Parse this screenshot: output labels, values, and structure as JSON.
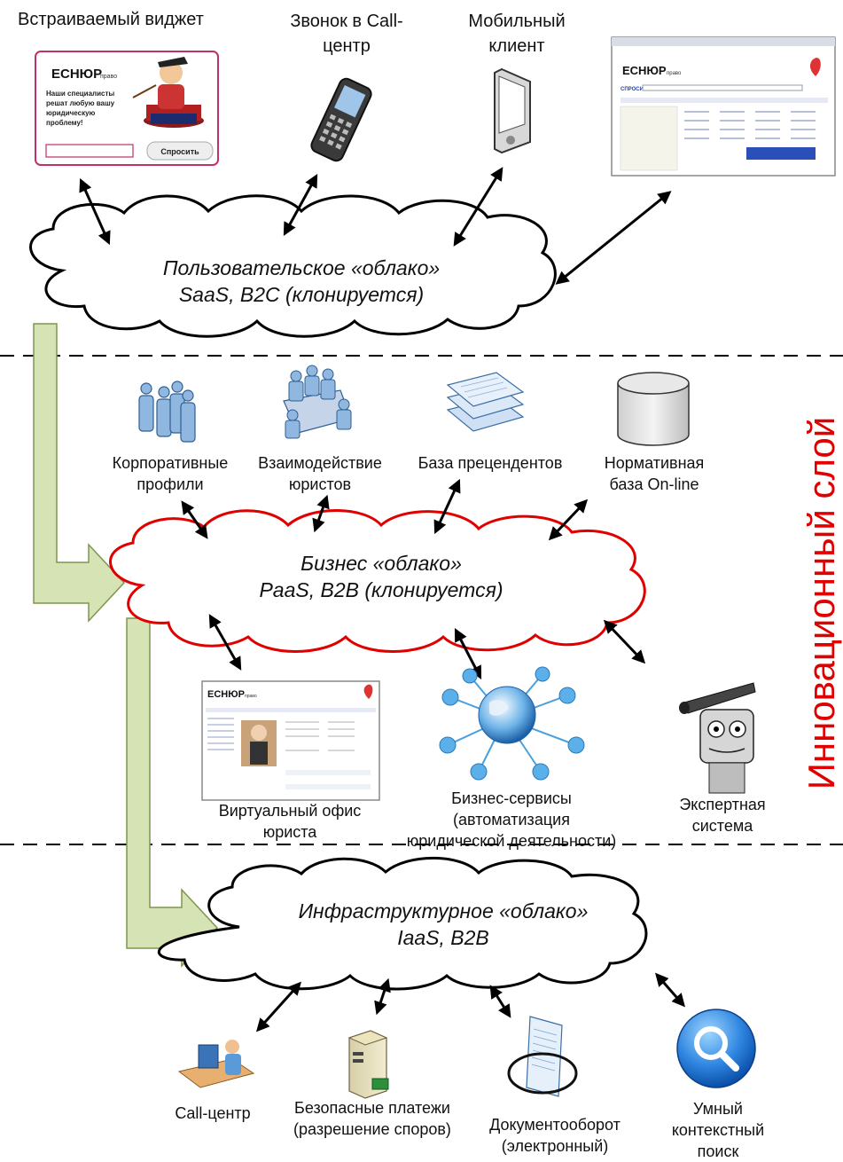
{
  "top_items": {
    "widget_label": "Встраиваемый виджет",
    "call_label_1": "Звонок в Call-",
    "call_label_2": "центр",
    "mobile_label_1": "Мобильный",
    "mobile_label_2": "клиент"
  },
  "widget": {
    "brand": "ЕСНЮР",
    "brand_sub": "право",
    "text_1": "Наши специалисты",
    "text_2": "решат любую вашу",
    "text_3": "юридическую",
    "text_4": "проблему!",
    "button": "Спросить"
  },
  "site_screenshot": {
    "brand": "ЕСНЮР",
    "brand_sub": "право",
    "search_label": "СПРОСИ"
  },
  "clouds": {
    "user_line1": "Пользовательское «облако»",
    "user_line2": "SaaS, B2C (клонируется)",
    "business_line1": "Бизнес  «облако»",
    "business_line2": "PaaS, B2B (клонируется)",
    "infra_line1": "Инфраструктурное «облако»",
    "infra_line2": "IaaS, B2B"
  },
  "business_items": {
    "corp_1": "Корпоративные",
    "corp_2": "профили",
    "lawyers_1": "Взаимодействие",
    "lawyers_2": "юристов",
    "precedents": "База прецендентов",
    "norm_1": "Нормативная",
    "norm_2": "база On-line",
    "office_1": "Виртуальный офис",
    "office_2": "юриста",
    "services_1": "Бизнес-сервисы",
    "services_2": "(автоматизация",
    "services_3": "юридической деятельности)",
    "expert_1": "Экспертная",
    "expert_2": "система"
  },
  "office_screenshot": {
    "brand": "ЕСНЮР",
    "brand_sub": "право"
  },
  "infra_items": {
    "callcenter": "Call-центр",
    "payments_1": "Безопасные платежи",
    "payments_2": "(разрешение споров)",
    "docflow_1": "Документооборот",
    "docflow_2": "(электронный)",
    "search_1": "Умный",
    "search_2": "контекстный",
    "search_3": "поиск"
  },
  "side_label": "Инновационный слой",
  "colors": {
    "business_cloud_stroke": "#e00000",
    "side_label": "#e00000",
    "flow_arrow_fill": "#d5e3b5",
    "flow_arrow_stroke": "#7f9550",
    "widget_border": "#c0306a"
  }
}
